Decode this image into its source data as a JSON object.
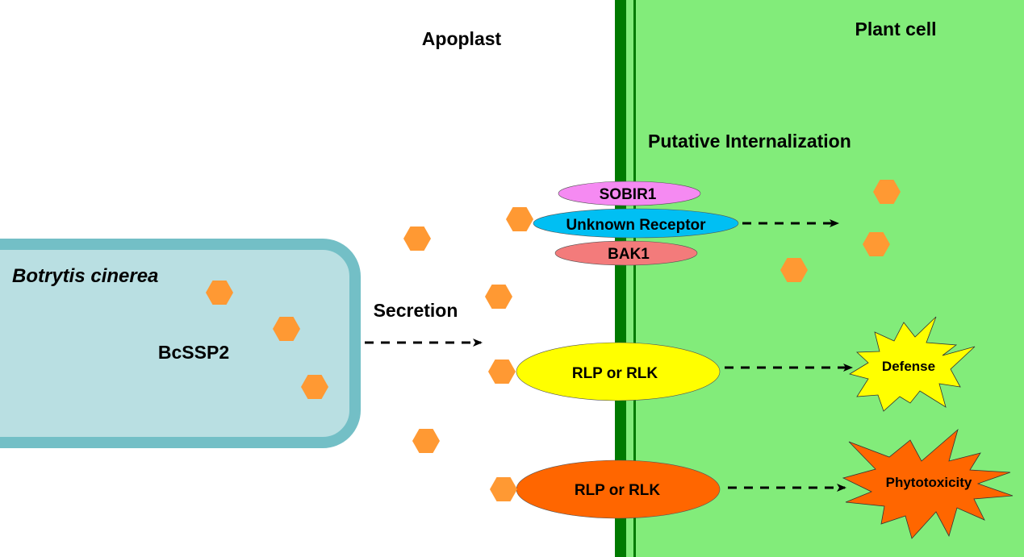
{
  "title": "BcSSP2 secretion and plant cell recognition model",
  "regions": {
    "apoplast_label": "Apoplast",
    "plant_cell_label": "Plant cell"
  },
  "fungus": {
    "name": "Botrytis cinerea",
    "protein": "BcSSP2"
  },
  "processes": {
    "secretion": "Secretion",
    "internalization": "Putative Internalization"
  },
  "receptors": {
    "complex": {
      "top": "SOBIR1",
      "middle": "Unknown Receptor",
      "bottom": "BAK1"
    },
    "defense_receptor": "RLP or RLK",
    "toxicity_receptor": "RLP or RLK"
  },
  "outcomes": {
    "defense": "Defense",
    "phytotoxicity": "Phytotoxicity"
  },
  "colors": {
    "protein": "#FF9933",
    "fungus_fill": "#B9DFE2",
    "fungus_border": "#73BFC6",
    "cell_fill": "#82EC7A",
    "cell_wall": "#007A00",
    "sobir1": "#F58AF2",
    "unknown_receptor": "#00BFF3",
    "bak1": "#F37B7B",
    "defense_receptor": "#FFFF00",
    "toxicity_receptor": "#FF6600",
    "defense_burst": "#FFFF00",
    "phytotoxicity_burst": "#FF6600"
  }
}
